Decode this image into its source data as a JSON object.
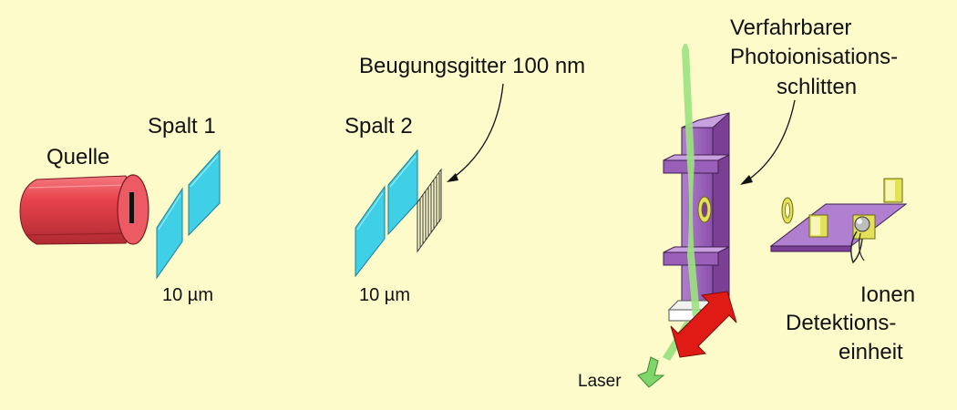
{
  "labels": {
    "source": "Quelle",
    "slit1": "Spalt 1",
    "slit1_width": "10 µm",
    "slit2": "Spalt 2",
    "slit2_width": "10 µm",
    "grating": "Beugungsgitter 100 nm",
    "sled_line1": "Verfahrbarer",
    "sled_line2": "Photoionisations-",
    "sled_line3": "schlitten",
    "laser": "Laser",
    "detector_line1": "Ionen",
    "detector_line2": "Detektions-",
    "detector_line3": "einheit"
  },
  "colors": {
    "background": "#fdfbc9",
    "source": "#e8424b",
    "slit": "#3fd0e8",
    "sled": "#9a5fb8",
    "beam": "#9be27f",
    "arrow": "#e01a14",
    "mount": "#e3e05a"
  }
}
